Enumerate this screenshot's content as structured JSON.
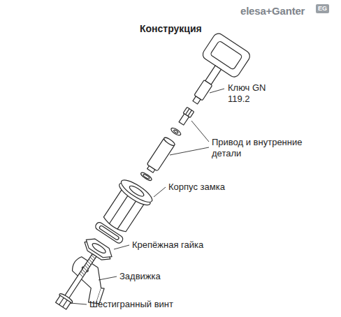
{
  "diagram": {
    "title": "Конструкция",
    "labels": [
      "Ключ GN 119.2",
      "Привод и внутренние детали",
      "Корпус замка",
      "Крепёжная гайка",
      "Задвижка",
      "Шестигранный винт",
      "elesa+Ganter",
      "EG"
    ]
  }
}
